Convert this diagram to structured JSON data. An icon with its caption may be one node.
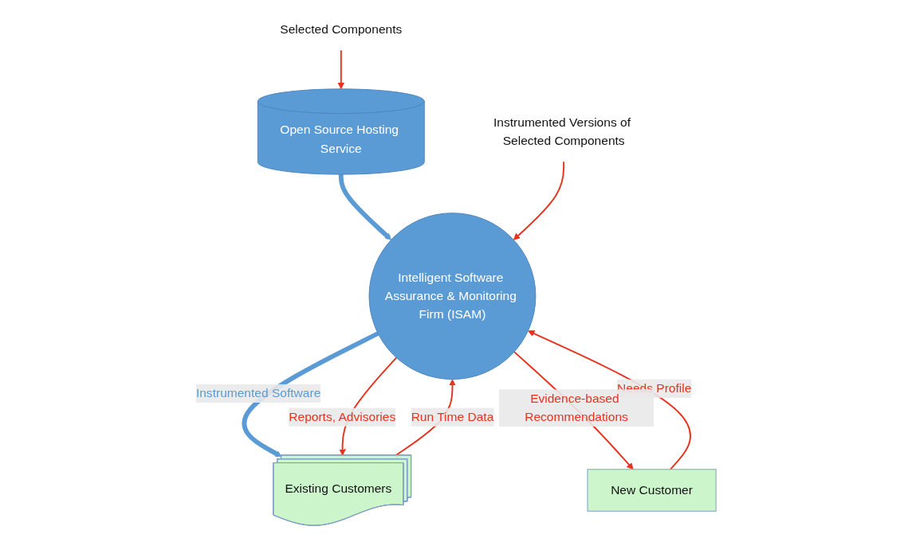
{
  "diagram": {
    "nodes": [
      {
        "text": [
          "Open Source Hosting Service"
        ]
      },
      {
        "text": [
          "Selected Components"
        ]
      },
      {
        "text": [
          "Intelligent Software Assurance & Monitoring Firm (ISAM)"
        ]
      },
      {
        "text": [
          "Instrumented Versions of Selected Components"
        ]
      },
      {
        "text": [
          "Existing Customers"
        ]
      },
      {
        "text": [
          "New Customer"
        ]
      }
    ],
    "edges": [
      {
        "from": 1,
        "to": 0,
        "arrow": "to"
      },
      {
        "from": 0,
        "to": 2,
        "arrow": "to",
        "style": "thick",
        "color": "#5b9bd5"
      },
      {
        "from": 3,
        "to": 2,
        "arrow": "to"
      },
      {
        "from": 4,
        "to": 2,
        "arrow": "to",
        "label": "Run Time Data"
      },
      {
        "from": 2,
        "to": 4,
        "arrow": "to",
        "label": "Instrumented Software",
        "style": "thick",
        "color": "#5b9bd5"
      },
      {
        "from": 2,
        "to": 4,
        "arrow": "to",
        "label": "Reports, Advisories"
      },
      {
        "from": 5,
        "to": 2,
        "arrow": "to",
        "label": "Needs Profile"
      },
      {
        "from": 2,
        "to": 5,
        "arrow": "to",
        "label": "Evidence-based Recommendations"
      }
    ]
  }
}
